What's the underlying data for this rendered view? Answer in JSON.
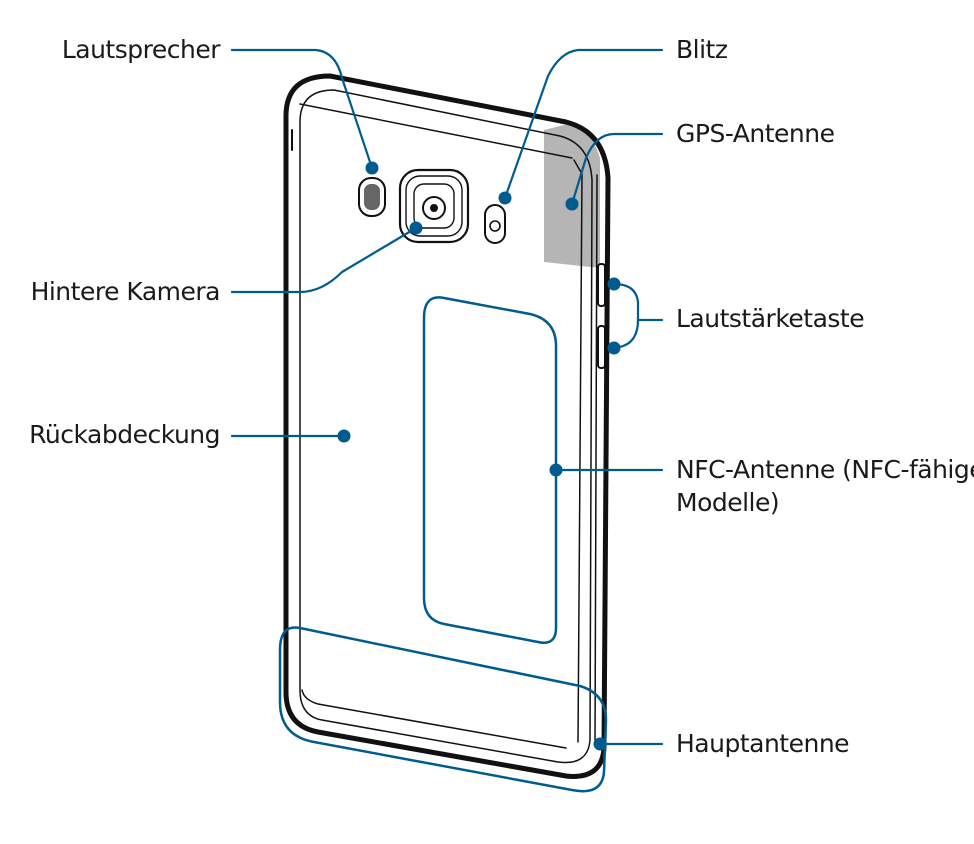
{
  "labels": {
    "speaker": "Lautsprecher",
    "rear_camera": "Hintere Kamera",
    "back_cover": "Rückabdeckung",
    "flash": "Blitz",
    "gps_antenna": "GPS-Antenne",
    "volume_key": "Lautstärketaste",
    "nfc_antenna_line1": "NFC-Antenne (NFC-fähige",
    "nfc_antenna_line2": "Modelle)",
    "main_antenna": "Hauptantenne"
  },
  "colors": {
    "callout": "#005b8f",
    "outline": "#111111",
    "gps_area": "#b5b5b5"
  }
}
